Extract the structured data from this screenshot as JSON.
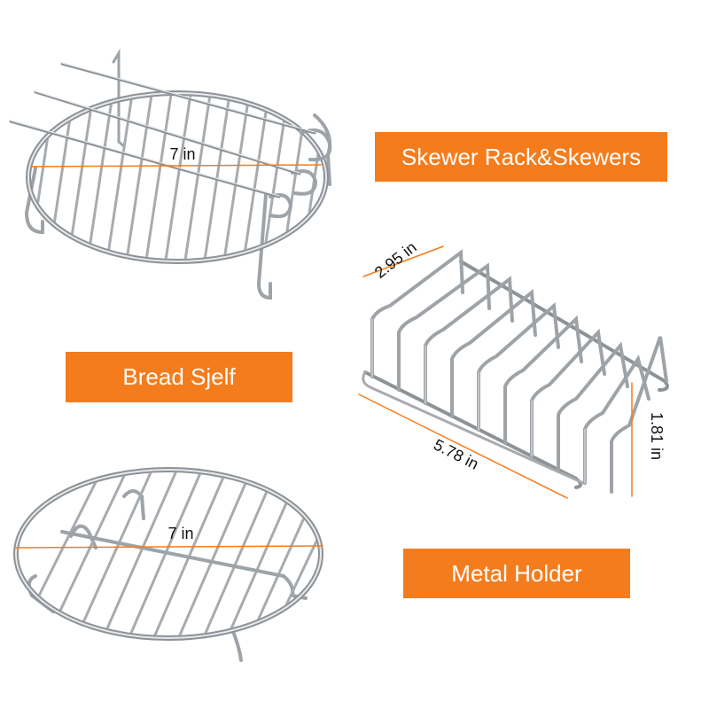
{
  "labels": {
    "skewer_rack": "Skewer Rack&Skewers",
    "bread_shelf": "Bread Sjelf",
    "metal_holder": "Metal Holder"
  },
  "dimensions": {
    "skewer_rack_diameter": "7 in",
    "metal_holder_depth": "2.95 in",
    "metal_holder_length": "5.78 in",
    "metal_holder_height": "1.81 in",
    "bread_shelf_diameter": "7 in"
  },
  "colors": {
    "accent_orange": "#f47c1d",
    "wire_steel": "#9ea3a8",
    "wire_highlight": "#e6e8ea"
  },
  "icons": [
    "skewer-rack-photo",
    "metal-holder-photo",
    "bread-shelf-photo"
  ]
}
